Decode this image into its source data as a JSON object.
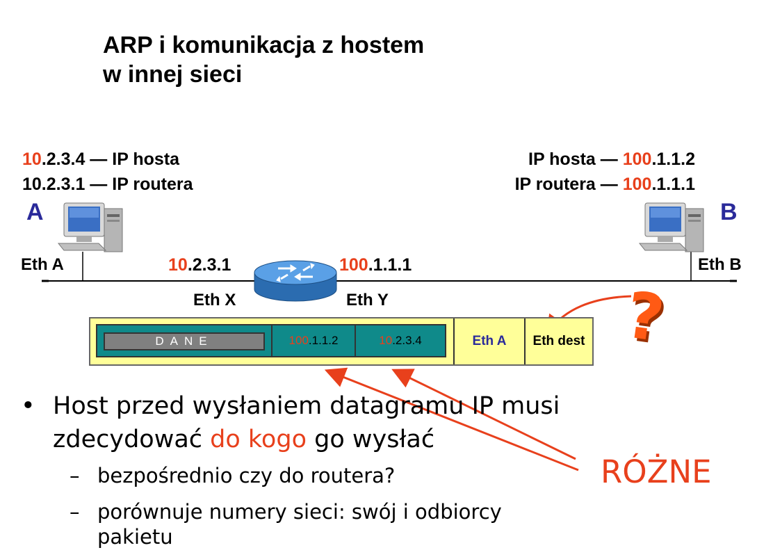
{
  "title": {
    "line1": "ARP i komunikacja z hostem",
    "line2": "w innej sieci"
  },
  "left": {
    "host_ip_prefix": "10",
    "host_ip_rest": ".2.3.4 — IP hosta",
    "router_ip_label": "10.2.3.1 — IP routera",
    "letter": "A",
    "eth": "Eth A"
  },
  "right": {
    "host_ip_label": "IP hosta — ",
    "host_ip_prefix": "100",
    "host_ip_rest": ".1.1.2",
    "router_ip_label": "IP routera — ",
    "router_ip_prefix": "100",
    "router_ip_rest": ".1.1.1",
    "letter": "B",
    "eth": "Eth B"
  },
  "router": {
    "x_ip_prefix": "10",
    "x_ip_rest": ".2.3.1",
    "x_eth": "Eth X",
    "y_ip_prefix": "100",
    "y_ip_rest": ".1.1.1",
    "y_eth": "Eth Y"
  },
  "frame": {
    "data_label": "DANE",
    "dst_ip_prefix": "100",
    "dst_ip_rest": ".1.1.2",
    "src_ip_prefix": "10",
    "src_ip_rest": ".2.3.4",
    "src_eth": "Eth A",
    "dst_eth": "Eth dest"
  },
  "question_mark": "?",
  "bullets": {
    "main_a": "Host przed wysłaniem datagramu IP musi",
    "main_b_pre": "zdecydować ",
    "main_b_hl": "do kogo",
    "main_b_post": " go wysłać",
    "sub1": "bezpośrednio czy do routera?",
    "sub2_a": "porównuje numery sieci: swój i odbiorcy",
    "sub2_b": "pakietu",
    "bullet_glyph": "•",
    "dash_glyph": "–"
  },
  "annotation": "RÓŻNE",
  "colors": {
    "accent_red": "#e8401c",
    "label_blue": "#2a2a9a",
    "frame_yellow": "#ffff99",
    "field_teal": "#0f8a8a",
    "data_gray": "#808080"
  }
}
